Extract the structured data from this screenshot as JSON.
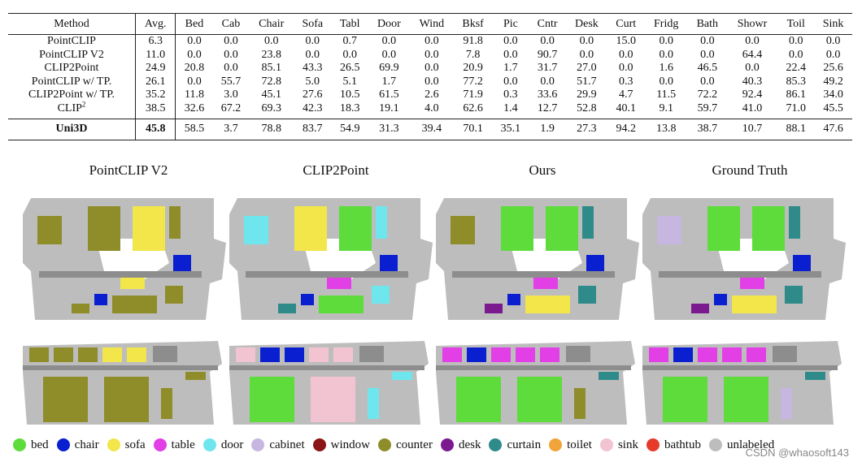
{
  "table": {
    "headers": [
      "Method",
      "Avg.",
      "Bed",
      "Cab",
      "Chair",
      "Sofa",
      "Tabl",
      "Door",
      "Wind",
      "Bksf",
      "Pic",
      "Cntr",
      "Desk",
      "Curt",
      "Fridg",
      "Bath",
      "Showr",
      "Toil",
      "Sink"
    ],
    "rows": [
      {
        "method": "PointCLIP",
        "sup": "",
        "avg": "6.3",
        "values": [
          "0.0",
          "0.0",
          "0.0",
          "0.0",
          "0.7",
          "0.0",
          "0.0",
          "91.8",
          "0.0",
          "0.0",
          "0.0",
          "15.0",
          "0.0",
          "0.0",
          "0.0",
          "0.0",
          "0.0"
        ]
      },
      {
        "method": "PointCLIP V2",
        "sup": "",
        "avg": "11.0",
        "values": [
          "0.0",
          "0.0",
          "23.8",
          "0.0",
          "0.0",
          "0.0",
          "0.0",
          "7.8",
          "0.0",
          "90.7",
          "0.0",
          "0.0",
          "0.0",
          "0.0",
          "64.4",
          "0.0",
          "0.0"
        ]
      },
      {
        "method": "CLIP2Point",
        "sup": "",
        "avg": "24.9",
        "values": [
          "20.8",
          "0.0",
          "85.1",
          "43.3",
          "26.5",
          "69.9",
          "0.0",
          "20.9",
          "1.7",
          "31.7",
          "27.0",
          "0.0",
          "1.6",
          "46.5",
          "0.0",
          "22.4",
          "25.6"
        ]
      },
      {
        "method": "PointCLIP w/ TP.",
        "sup": "",
        "avg": "26.1",
        "values": [
          "0.0",
          "55.7",
          "72.8",
          "5.0",
          "5.1",
          "1.7",
          "0.0",
          "77.2",
          "0.0",
          "0.0",
          "51.7",
          "0.3",
          "0.0",
          "0.0",
          "40.3",
          "85.3",
          "49.2"
        ]
      },
      {
        "method": "CLIP2Point w/ TP.",
        "sup": "",
        "avg": "35.2",
        "values": [
          "11.8",
          "3.0",
          "45.1",
          "27.6",
          "10.5",
          "61.5",
          "2.6",
          "71.9",
          "0.3",
          "33.6",
          "29.9",
          "4.7",
          "11.5",
          "72.2",
          "92.4",
          "86.1",
          "34.0"
        ]
      },
      {
        "method": "CLIP",
        "sup": "2",
        "avg": "38.5",
        "values": [
          "32.6",
          "67.2",
          "69.3",
          "42.3",
          "18.3",
          "19.1",
          "4.0",
          "62.6",
          "1.4",
          "12.7",
          "52.8",
          "40.1",
          "9.1",
          "59.7",
          "41.0",
          "71.0",
          "45.5"
        ]
      }
    ],
    "ours": {
      "method": "Uni3D",
      "avg": "45.8",
      "values": [
        "58.5",
        "3.7",
        "78.8",
        "83.7",
        "54.9",
        "31.3",
        "39.4",
        "70.1",
        "35.1",
        "1.9",
        "27.3",
        "94.2",
        "13.8",
        "38.7",
        "10.7",
        "88.1",
        "47.6"
      ]
    }
  },
  "figure": {
    "columns": [
      {
        "title": "PointCLIP V2",
        "scheme": "olive"
      },
      {
        "title": "CLIP2Point",
        "scheme": "mixed"
      },
      {
        "title": "Ours",
        "scheme": "ours"
      },
      {
        "title": "Ground Truth",
        "scheme": "gt"
      }
    ]
  },
  "legend": [
    {
      "label": "bed",
      "color": "#5ddc3c"
    },
    {
      "label": "chair",
      "color": "#0a1fd0"
    },
    {
      "label": "sofa",
      "color": "#f2e64a"
    },
    {
      "label": "table",
      "color": "#e23fe6"
    },
    {
      "label": "door",
      "color": "#6fe6ee"
    },
    {
      "label": "cabinet",
      "color": "#c7b7e0"
    },
    {
      "label": "window",
      "color": "#8b1414"
    },
    {
      "label": "counter",
      "color": "#8f8c2a"
    },
    {
      "label": "desk",
      "color": "#7a1a8e"
    },
    {
      "label": "curtain",
      "color": "#2f8a8a"
    },
    {
      "label": "toilet",
      "color": "#f0a43a"
    },
    {
      "label": "sink",
      "color": "#f2c4d2"
    },
    {
      "label": "bathtub",
      "color": "#e63a2a"
    },
    {
      "label": "unlabeled",
      "color": "#bdbdbd"
    }
  ],
  "watermark": "CSDN @whaosoft143"
}
